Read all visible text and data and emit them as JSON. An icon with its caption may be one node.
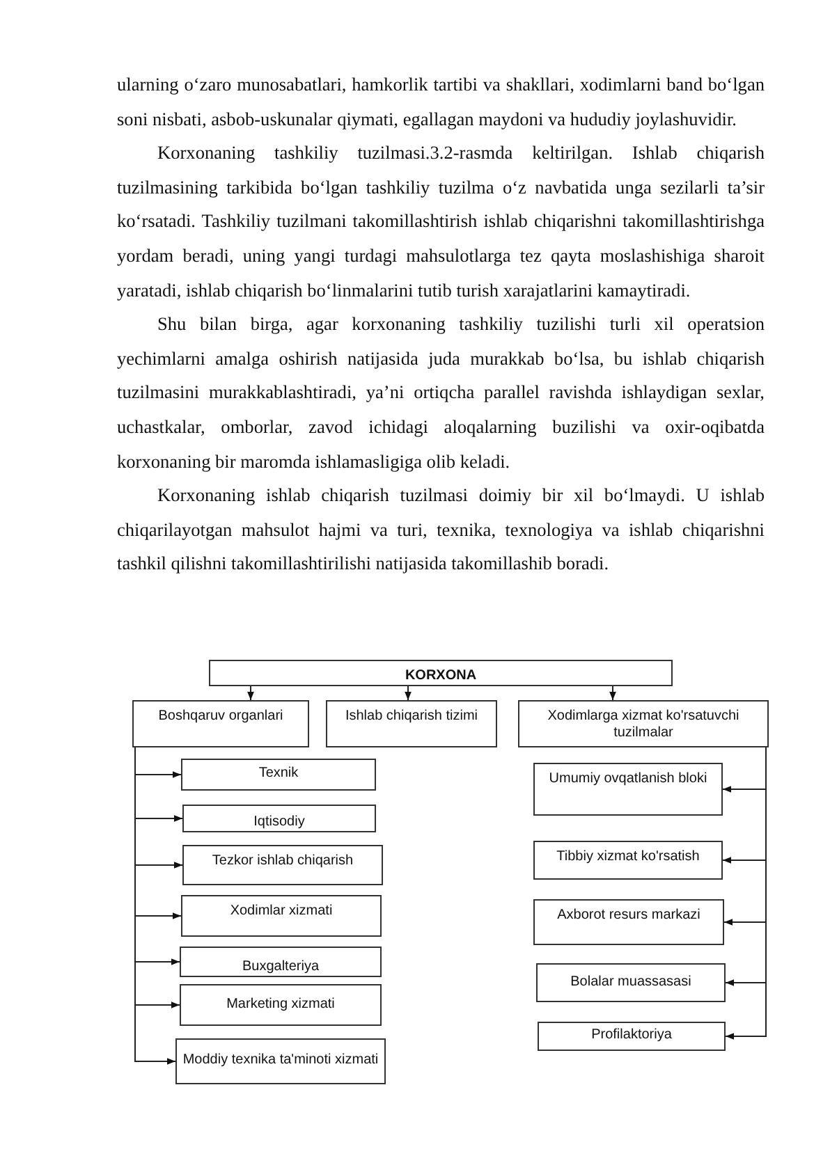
{
  "diagram": {
    "nodes": [
      {
        "text": [
          "KORXONA"
        ]
      },
      {
        "text": [
          "Boshqaruv organlari"
        ]
      },
      {
        "text": [
          "Ishlab chiqarish tizimi"
        ]
      },
      {
        "text": [
          "Xodimlarga xizmat ko'rsatuvchi tuzilmalar"
        ]
      },
      {
        "text": [
          "Texnik"
        ]
      },
      {
        "text": [
          "Iqtisodiy"
        ]
      },
      {
        "text": [
          "Tezkor ishlab chiqarish"
        ]
      },
      {
        "text": [
          "Xodimlar xizmati"
        ]
      },
      {
        "text": [
          "Buxgalteriya"
        ]
      },
      {
        "text": [
          "Marketing xizmati"
        ]
      },
      {
        "text": [
          "Moddiy texnika ta'minoti xizmati"
        ]
      },
      {
        "text": [
          "Umumiy ovqatlanish bloki"
        ]
      },
      {
        "text": [
          "Tibbiy xizmat ko'rsatish"
        ]
      },
      {
        "text": [
          "Axborot resurs markazi"
        ]
      },
      {
        "text": [
          "Bolalar muassasasi"
        ]
      },
      {
        "text": [
          "Profilaktoriya"
        ]
      }
    ],
    "edges": [
      {
        "from": 0,
        "to": 1,
        "arrow": "to"
      },
      {
        "from": 0,
        "to": 2,
        "arrow": "to"
      },
      {
        "from": 0,
        "to": 3,
        "arrow": "to"
      },
      {
        "from": 1,
        "to": 4,
        "arrow": "to"
      },
      {
        "from": 1,
        "to": 5,
        "arrow": "to"
      },
      {
        "from": 1,
        "to": 6,
        "arrow": "to"
      },
      {
        "from": 1,
        "to": 7,
        "arrow": "to"
      },
      {
        "from": 1,
        "to": 8,
        "arrow": "to"
      },
      {
        "from": 1,
        "to": 9,
        "arrow": "to"
      },
      {
        "from": 1,
        "to": 10,
        "arrow": "to"
      },
      {
        "from": 3,
        "to": 11,
        "arrow": "to"
      },
      {
        "from": 3,
        "to": 12,
        "arrow": "to"
      },
      {
        "from": 3,
        "to": 13,
        "arrow": "to"
      },
      {
        "from": 3,
        "to": 14,
        "arrow": "to"
      },
      {
        "from": 3,
        "to": 15,
        "arrow": "to"
      }
    ],
    "labels": [
      "ularning o‘zaro munosabatlari, hamkorlik tartibi va shakllari, xodimlarni band bo‘lgan soni nisbati, asbob-uskunalar qiymati, egallagan maydoni va hududiy joylashuvidir.",
      "Korxonaning tashkiliy tuzilmasi.3.2-rasmda keltirilgan. Ishlab chiqarish tuzilmasining tarkibida bo‘lgan tashkiliy tuzilma o‘z navbatida unga sezilarli ta’sir ko‘rsatadi. Tashkiliy tuzilmani takomillashtirish ishlab chiqarishni takomillashtirishga yordam beradi, uning yangi turdagi mahsulotlarga tez qayta moslashishiga sharoit yaratadi, ishlab chiqarish bo‘linmalarini tutib turish xarajatlarini kamaytiradi.",
      "Shu bilan birga, agar korxonaning tashkiliy tuzilishi turli xil operatsion yechimlarni amalga oshirish natijasida juda murakkab bo‘lsa, bu ishlab chiqarish tuzilmasini murakkablashtiradi, ya’ni ortiqcha parallel ravishda ishlaydigan sexlar, uchastkalar, omborlar, zavod ichidagi aloqalarning buzilishi va oxir-oqibatda korxonaning bir maromda ishlamasligiga olib keladi.",
      "Korxonaning ishlab chiqarish tuzilmasi doimiy bir xil bo‘lmaydi. U ishlab chiqarilayotgan mahsulot hajmi va turi, texnika, texnologiya va ishlab chiqarishni tashkil qilishni takomillashtirilishi natijasida takomillashib boradi."
    ]
  }
}
